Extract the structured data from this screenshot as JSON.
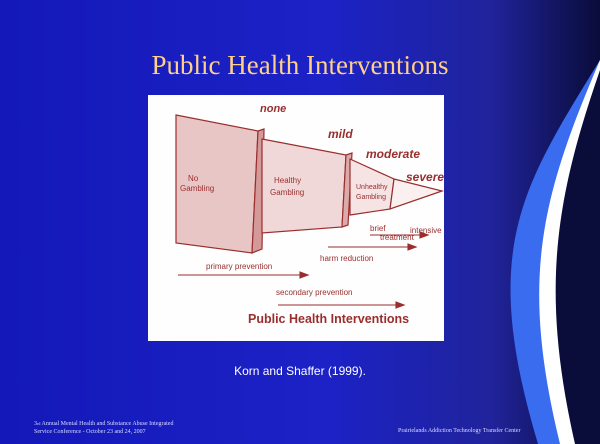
{
  "slide": {
    "title": "Public Health Interventions",
    "caption": "Korn and Shaffer (1999).",
    "footer_left_num": "3",
    "footer_left_sup": "rd",
    "footer_left_line1": " Annual Mental Health and Substance Abuse Integrated",
    "footer_left_line2": "Service Conference -  October 23 and 24, 2007",
    "footer_right": "Prairielands Addiction Technology Transfer Center",
    "colors": {
      "background": "#1a20c0",
      "title": "#ffd08a",
      "swoosh": "#3a6cf0",
      "diagram_ink": "#9a2e2e"
    }
  },
  "diagram": {
    "severity_none": "none",
    "severity_mild": "mild",
    "severity_moderate": "moderate",
    "severity_severe": "severe",
    "box1_line1": "No",
    "box1_line2": "Gambling",
    "box2_line1": "Healthy",
    "box2_line2": "Gambling",
    "box3_line1": "Unhealthy",
    "box3_line2": "Gambling",
    "brief": "brief",
    "treatment": "treatment",
    "intensive": "intensive",
    "harm_reduction": "harm reduction",
    "primary_prevention": "primary prevention",
    "secondary_prevention": "secondary prevention",
    "heading": "Public Health Interventions"
  }
}
